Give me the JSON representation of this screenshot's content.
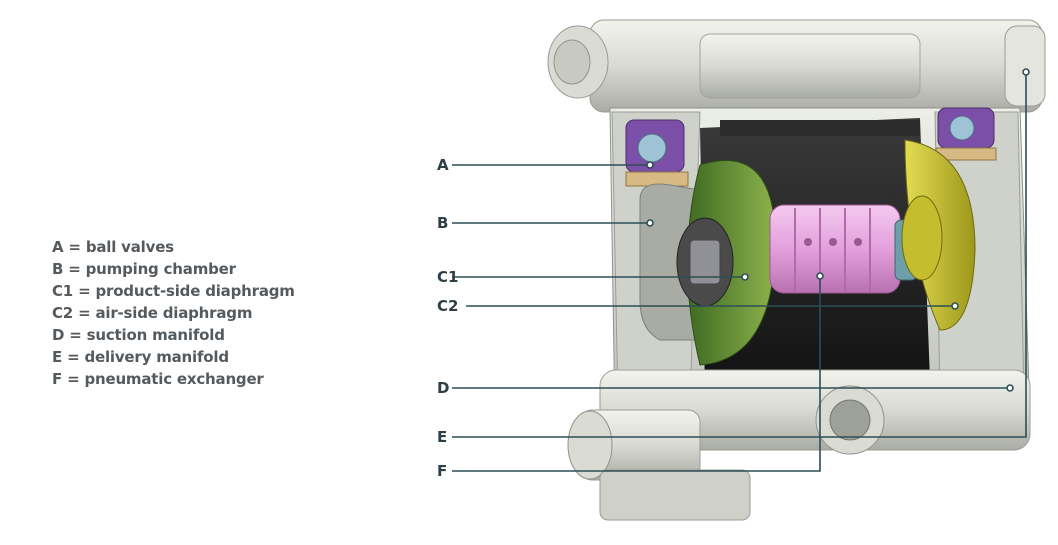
{
  "legend": [
    "A = ball valves",
    "B = pumping chamber",
    "C1 = product-side diaphragm",
    "C2 = air-side diaphragm",
    "D = suction manifold",
    "E = delivery manifold",
    "F = pneumatic exchanger"
  ],
  "callouts": {
    "A": "A",
    "B": "B",
    "C1": "C1",
    "C2": "C2",
    "D": "D",
    "E": "E",
    "F": "F"
  },
  "colors": {
    "leader_line": "#2d4f55",
    "pump_body": "#d6d8d0",
    "diaphragm_product": "#5f8a34",
    "diaphragm_air": "#c7c23a",
    "exchanger": "#e4a3dd",
    "valve": "#7b4fa8"
  }
}
